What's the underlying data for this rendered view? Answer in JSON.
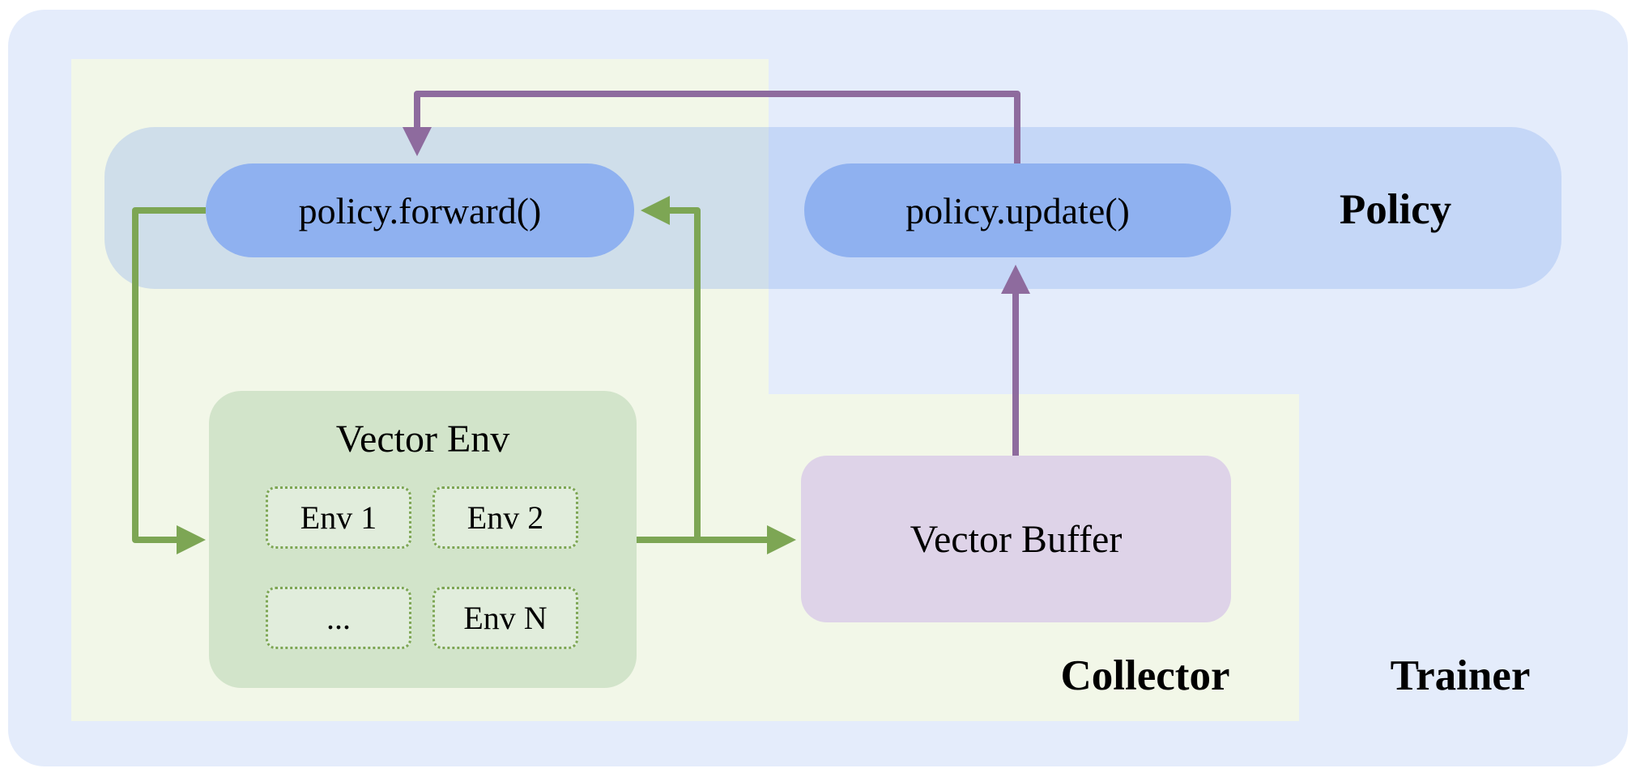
{
  "diagram": {
    "trainer_label": "Trainer",
    "collector_label": "Collector",
    "policy_label": "Policy",
    "policy_forward": "policy.forward()",
    "policy_update": "policy.update()",
    "vector_env": {
      "title": "Vector Env",
      "envs": [
        "Env 1",
        "Env 2",
        "...",
        "Env N"
      ]
    },
    "vector_buffer": "Vector Buffer",
    "colors": {
      "trainer_bg": "#e4ecfb",
      "collector_bg": "#f2f7e8",
      "policy_band": "rgba(126, 166, 238, 0.30)",
      "pill_blue": "#8fb1f0",
      "env_box_green": "#d2e4ca",
      "env_cell_border": "#7da654",
      "buffer_purple": "#ded3e8",
      "arrow_green": "#7da654",
      "arrow_purple": "#8e6b9e",
      "text": "#000000"
    }
  }
}
